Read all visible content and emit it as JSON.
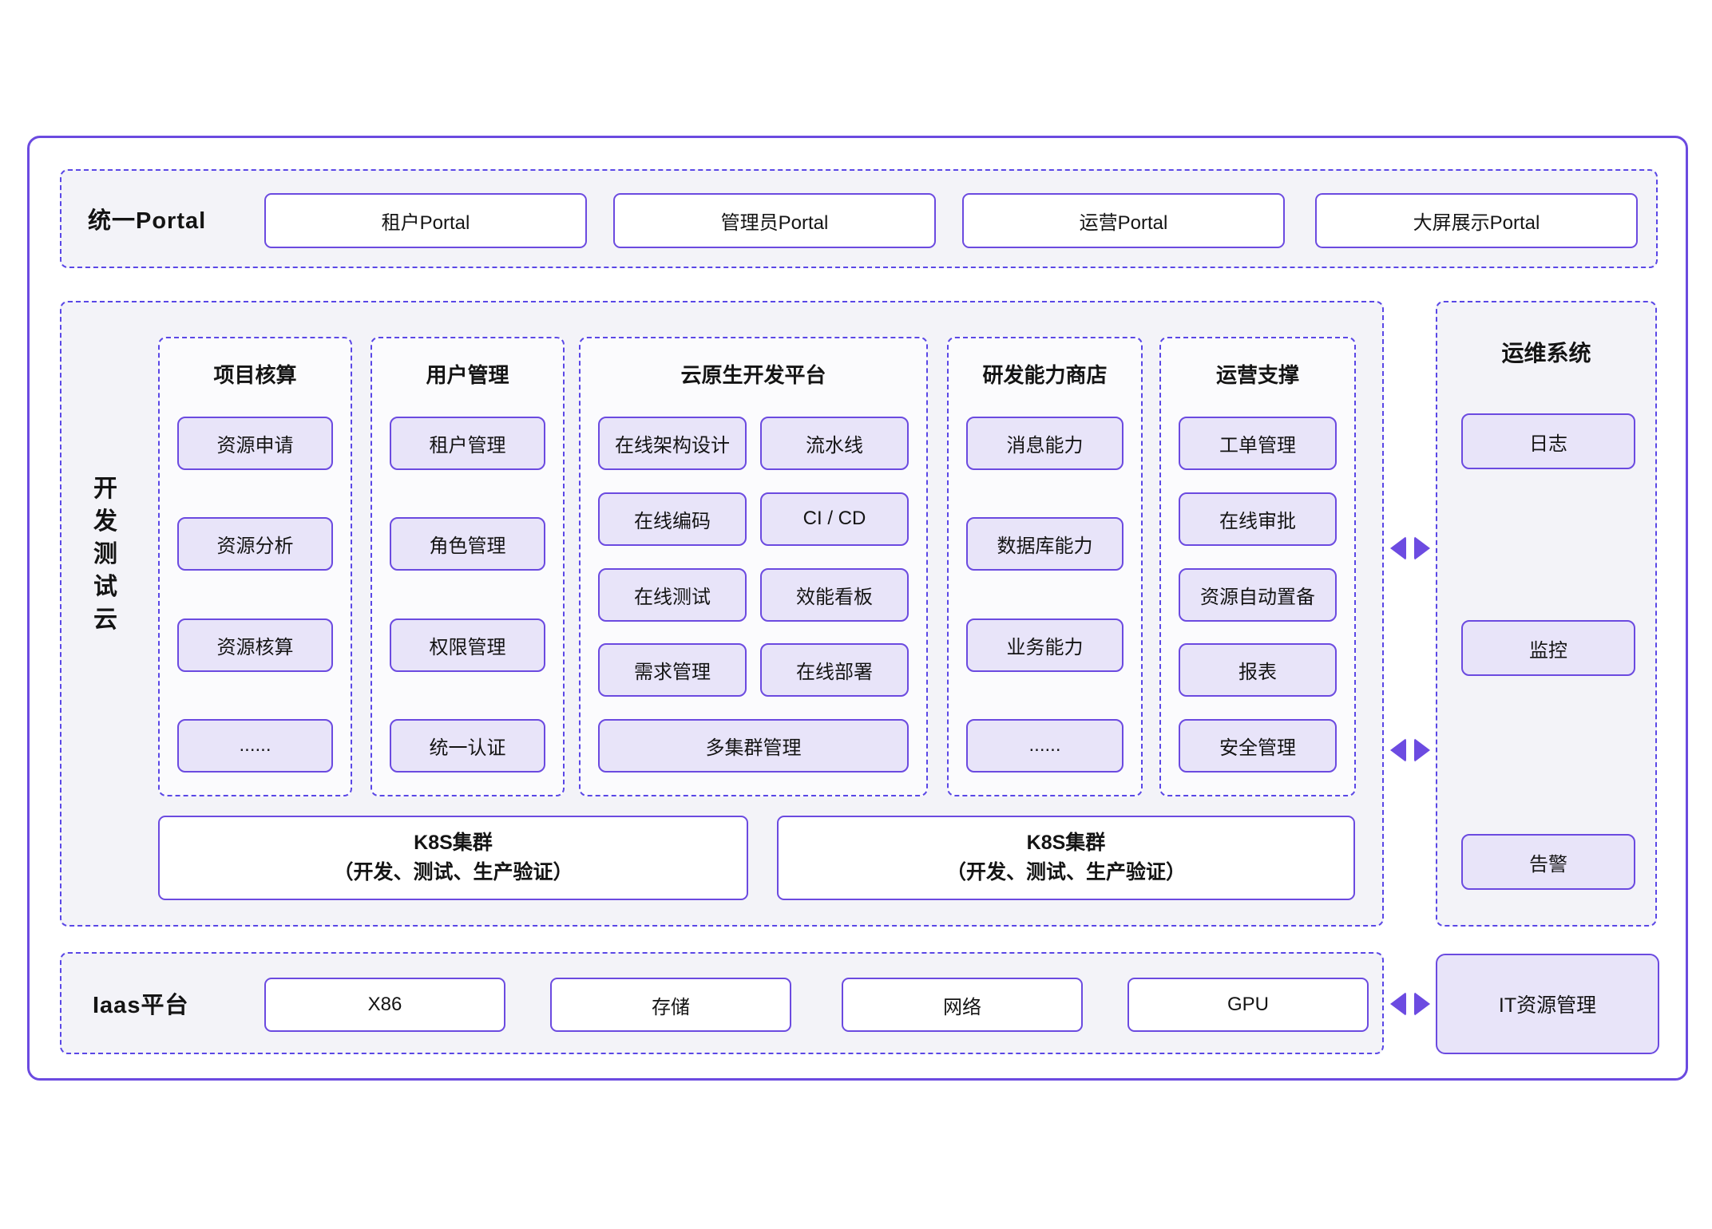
{
  "colors": {
    "accent_border": "#6B4AE0",
    "dashed_border": "#5A47E6",
    "chip_fill": "#E8E4F9",
    "section_bg": "#F3F3F8",
    "column_bg": "#FBFBFD",
    "arrow": "#6C4BE1",
    "text": "#141414",
    "canvas": "#FFFFFF"
  },
  "portal": {
    "label": "统一Portal",
    "items": [
      "租户Portal",
      "管理员Portal",
      "运营Portal",
      "大屏展示Portal"
    ]
  },
  "dev_cloud": {
    "vertical_label": "开发测试云",
    "vertical_label_chars": [
      "开",
      "发",
      "测",
      "试",
      "云"
    ],
    "columns": [
      {
        "title": "项目核算",
        "items": [
          "资源申请",
          "资源分析",
          "资源核算",
          "......"
        ]
      },
      {
        "title": "用户管理",
        "items": [
          "租户管理",
          "角色管理",
          "权限管理",
          "统一认证"
        ]
      },
      {
        "title": "云原生开发平台",
        "pairs": [
          "在线架构设计",
          "流水线",
          "在线编码",
          "CI / CD",
          "在线测试",
          "效能看板",
          "需求管理",
          "在线部署"
        ],
        "full": "多集群管理"
      },
      {
        "title": "研发能力商店",
        "items": [
          "消息能力",
          "数据库能力",
          "业务能力",
          "......"
        ]
      },
      {
        "title": "运营支撑",
        "items": [
          "工单管理",
          "在线审批",
          "资源自动置备",
          "报表",
          "安全管理"
        ]
      }
    ],
    "k8s": [
      {
        "line1": "K8S集群",
        "line2": "（开发、测试、生产验证）"
      },
      {
        "line1": "K8S集群",
        "line2": "（开发、测试、生产验证）"
      }
    ]
  },
  "ops": {
    "title": "运维系统",
    "items": [
      "日志",
      "监控",
      "告警"
    ]
  },
  "iaas": {
    "label": "Iaas平台",
    "items": [
      "X86",
      "存储",
      "网络",
      "GPU"
    ]
  },
  "it_resource": {
    "label": "IT资源管理"
  },
  "icons": {
    "exchange": "left-right-triangle-arrows"
  }
}
